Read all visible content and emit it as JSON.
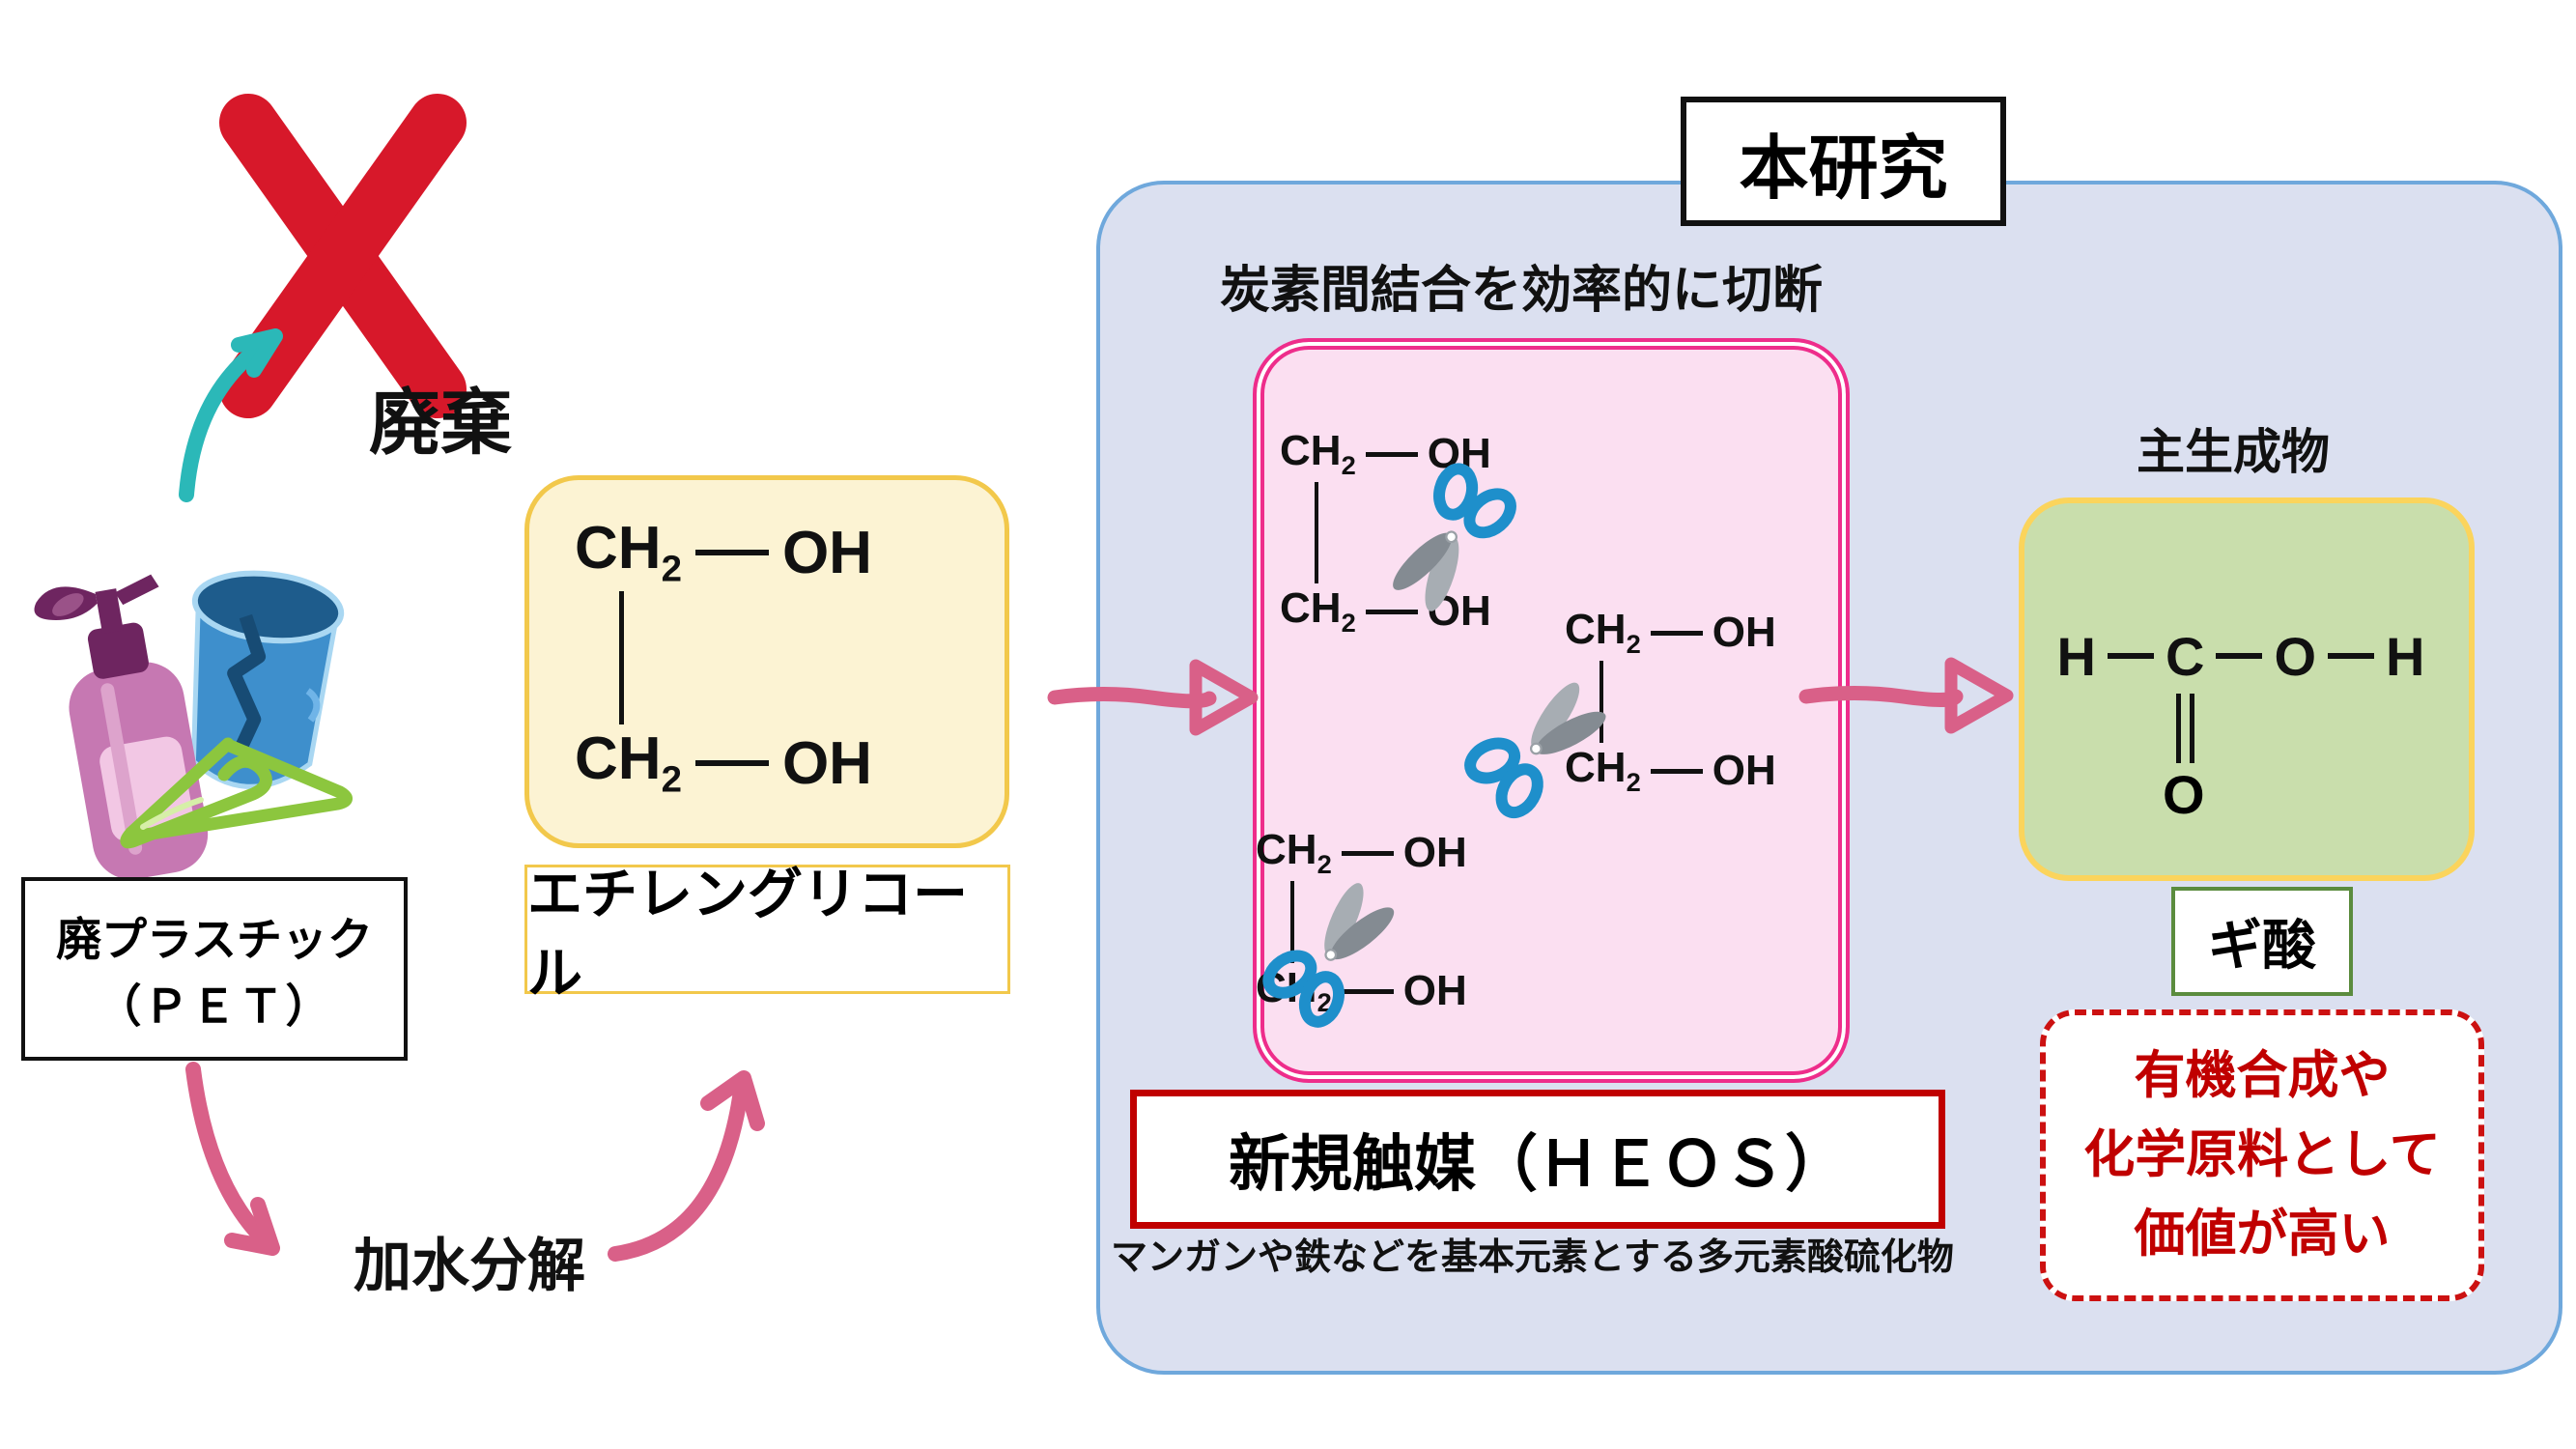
{
  "labels": {
    "disposal": "廃棄",
    "waste_plastic_line1": "廃プラスチック",
    "waste_plastic_line2": "（ＰＥＴ）",
    "hydrolysis": "加水分解",
    "ethylene_glycol": "エチレングリコール",
    "this_research": "本研究",
    "cleave_caption": "炭素間結合を効率的に切断",
    "new_catalyst": "新規触媒（ＨＥＯＳ）",
    "catalyst_description": "マンガンや鉄などを基本元素とする多元素酸硫化物",
    "main_product": "主生成物",
    "formic_acid": "ギ酸",
    "value_line1": "有機合成や",
    "value_line2": "化学原料として",
    "value_line3": "価値が高い"
  },
  "chem": {
    "ch2_base": "CH",
    "ch2_sub": "2",
    "oh": "OH",
    "h": "H",
    "c": "C",
    "o": "O"
  },
  "colors": {
    "x_mark_red": "#D7182A",
    "teal_arrow": "#2BB8B8",
    "pink_arrow": "#D96088",
    "eg_box_fill": "#FCF3D3",
    "eg_box_border": "#F2C84B",
    "panel_fill": "#DBE0F0",
    "panel_border": "#6FA8DC",
    "catalyst_box_fill": "#FBDFF1",
    "catalyst_box_border": "#EE2D8B",
    "catalyst_label_border": "#C00000",
    "product_box_fill": "#C9DEAC",
    "product_box_border": "#FBD45C",
    "formic_label_border": "#5B8C3E",
    "value_text_red": "#C00000",
    "scissors_handle_blue": "#1E8FCB",
    "scissors_blade_gray": "#8B9197"
  }
}
